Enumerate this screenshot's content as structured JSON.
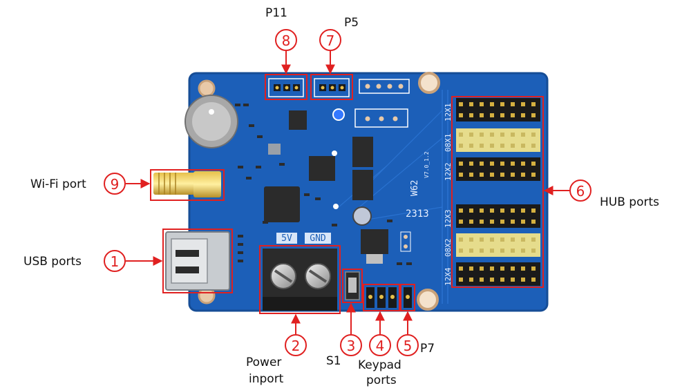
{
  "labels": {
    "p11": "P11",
    "p5": "P5",
    "wifi": "Wi-Fi port",
    "usb": "USB ports",
    "hub": "HUB ports",
    "power_line1": "Power",
    "power_line2": "inport",
    "s1": "S1",
    "keypad_line1": "Keypad",
    "keypad_line2": "ports",
    "p7": "P7"
  },
  "callouts": [
    "1",
    "2",
    "3",
    "4",
    "5",
    "6",
    "7",
    "8",
    "9"
  ],
  "board": {
    "model": "W62",
    "version": "V7.0_1.2",
    "code": "2313",
    "power_5v": "5V",
    "power_gnd": "GND",
    "hub_rows": [
      "12X1",
      "08X1",
      "12X2",
      "12X3",
      "08X2",
      "12X4"
    ]
  },
  "colors": {
    "pcb": "#1c5fb8",
    "callout": "#e02020",
    "header_black": "#1a1a1a",
    "header_yellow": "#e6dc8c"
  }
}
